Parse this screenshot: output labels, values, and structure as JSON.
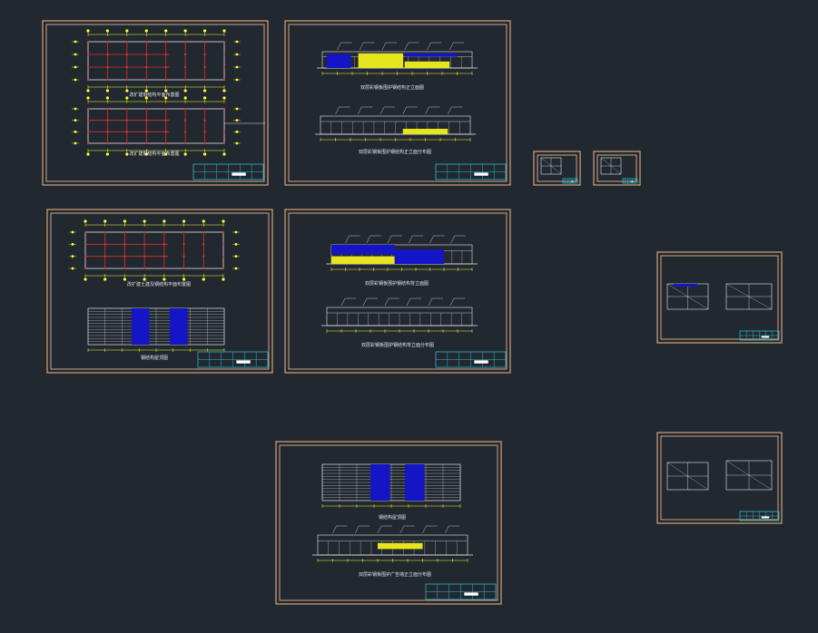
{
  "app": {
    "background": "#212830"
  },
  "colors": {
    "frame_outer": "#d8a278",
    "frame_inner": "#e3b48e",
    "wall": "#e8e8e8",
    "column": "#e0302c",
    "dimension": "#ffff33",
    "axis_bubble": "#ffff33",
    "fill_blue": "#1515c8",
    "fill_yellow": "#e7e51d",
    "titleblock": "#2fb7c9",
    "text": "#e6e6e6"
  },
  "sheets": [
    {
      "id": "s1",
      "captions": [
        "改扩建钢结构平面布置图",
        "改扩建钢结构平面布置图"
      ]
    },
    {
      "id": "s2",
      "captions": [
        "双层彩钢板围护钢结构正立面图",
        "双层彩钢板围护钢结构正立面分布图"
      ]
    },
    {
      "id": "s3",
      "captions": [
        "改扩建土建及钢结构平面布置图",
        "钢结构屋顶图"
      ]
    },
    {
      "id": "s4",
      "captions": [
        "双层彩钢板围护钢结构背立面图",
        "双层彩钢板围护钢结构背立面分布图"
      ]
    },
    {
      "id": "s5",
      "captions": [
        "钢结构屋顶图",
        "双层彩钢板围护广告墙正立面分布图"
      ]
    },
    {
      "id": "s6",
      "captions": []
    },
    {
      "id": "s7",
      "captions": []
    },
    {
      "id": "s8",
      "captions": []
    },
    {
      "id": "s9",
      "captions": []
    }
  ]
}
